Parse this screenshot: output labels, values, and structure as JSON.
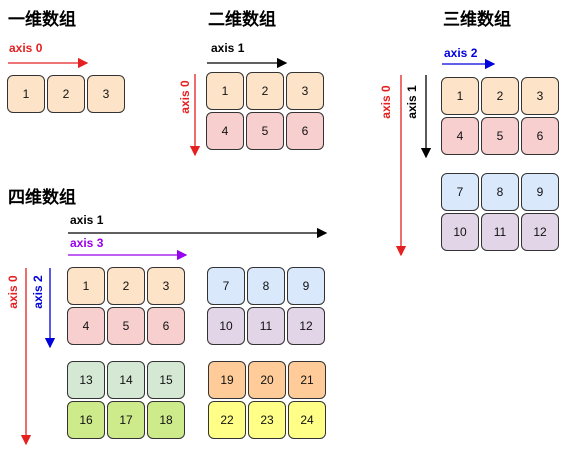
{
  "titles": {
    "d1": "一维数组",
    "d2": "二维数组",
    "d3": "三维数组",
    "d4": "四维数组"
  },
  "axis_labels": {
    "axis0": "axis 0",
    "axis1": "axis 1",
    "axis2": "axis 2",
    "axis3": "axis 3"
  },
  "colors": {
    "orange": "#fde3c8",
    "pink": "#f7cfcf",
    "blue": "#dae8fc",
    "purple": "#e1d5e7",
    "green": "#d5e8d4",
    "lime": "#cdeb8b",
    "deep_orange": "#ffcc99",
    "yellow": "#ffff88",
    "red_arrow": "#e52020",
    "black_arrow": "#000000",
    "blue_arrow": "#0000dd",
    "purple_arrow": "#9900ee"
  },
  "arrays": {
    "d1": [
      [
        "1",
        "2",
        "3"
      ]
    ],
    "d2": [
      [
        "1",
        "2",
        "3"
      ],
      [
        "4",
        "5",
        "6"
      ]
    ],
    "d3": [
      [
        "1",
        "2",
        "3"
      ],
      [
        "4",
        "5",
        "6"
      ],
      [
        "7",
        "8",
        "9"
      ],
      [
        "10",
        "11",
        "12"
      ]
    ],
    "d4_top_left": [
      [
        "1",
        "2",
        "3"
      ],
      [
        "4",
        "5",
        "6"
      ]
    ],
    "d4_top_right": [
      [
        "7",
        "8",
        "9"
      ],
      [
        "10",
        "11",
        "12"
      ]
    ],
    "d4_bottom_left": [
      [
        "13",
        "14",
        "15"
      ],
      [
        "16",
        "17",
        "18"
      ]
    ],
    "d4_bottom_right": [
      [
        "19",
        "20",
        "21"
      ],
      [
        "22",
        "23",
        "24"
      ]
    ]
  }
}
